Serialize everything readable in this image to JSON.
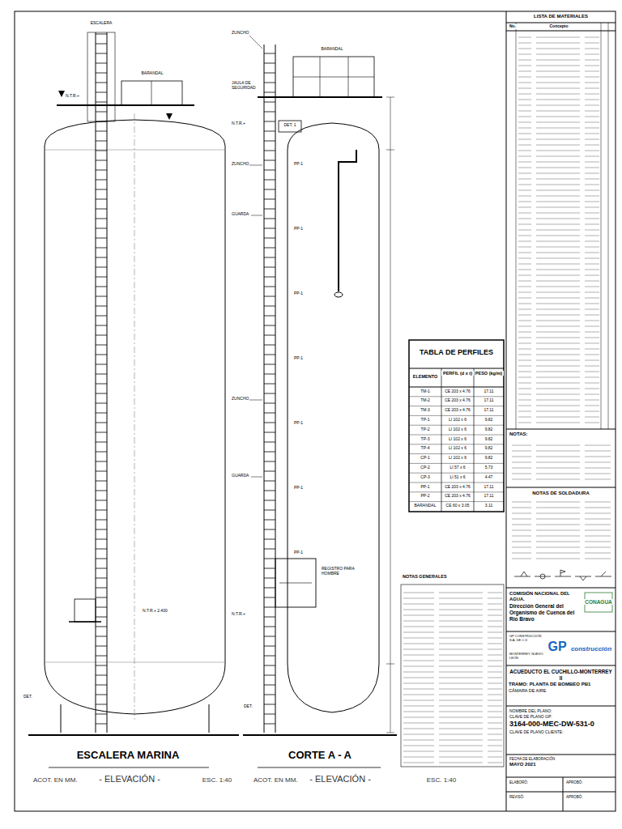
{
  "diagram": {
    "nodes": [
      {
        "text": [
          "TABLA DE PERFILES"
        ]
      },
      {
        "text": [
          "LISTA DE MATERIALES"
        ]
      },
      {
        "text": [
          "NOTAS:"
        ]
      },
      {
        "text": [
          "NOTAS DE SOLDADURA"
        ]
      },
      {
        "text": [
          "NOTAS GENERALES"
        ]
      },
      {
        "text": [
          "COMISIÓN NACIONAL DEL AGUA.",
          "Dirección General del Organismo de Cuenca del Río Bravo"
        ]
      },
      {
        "text": [
          "ACUEDUCTO EL CUCHILLO-MONTERREY II",
          "TRAMO: PLANTA DE BOMBEO PB1",
          "CÁMARA DE AIRE"
        ]
      },
      {
        "text": [
          "NOMBRE DEL PLANO:",
          "CLAVE DE PLANO GP:",
          "3164-000-MEC-DW-531-0",
          "CLAVE DE PLANO CLIENTE:"
        ]
      },
      {
        "text": [
          "FECHA DE ELABORACIÓN",
          "MAYO 2021"
        ]
      }
    ],
    "labels": [
      "ESCALERA",
      "BARANDAL",
      "N.T.R.+",
      "N.T.R.+ 2.400",
      "DET.",
      "ESCALERA MARINA",
      "ACOT. EN MM.",
      "- ELEVACIÓN -",
      "ESC. 1:40",
      "ZUNCHO",
      "BARANDAL",
      "JAULA DE SEGURIDAD",
      "N.T.R.+",
      "DET. 1",
      "ZUNCHO",
      "GUARDA",
      "ZUNCHO",
      "GUARDA",
      "REGISTRO PARA HOMBRE",
      "N.T.R.+",
      "DET.",
      "CORTE A - A",
      "ACOT. EN MM.",
      "- ELEVACIÓN -",
      "ESC. 1:40",
      "PP-1",
      "PP-1",
      "PP-1",
      "PP-1",
      "PP-1",
      "PP-1",
      "PP-1",
      "ELEMENTO",
      "PERFIL (d x t)",
      "PESO (kg/m)",
      "TM-1",
      "CE 203 x 4.76",
      "17.11",
      "TM-2",
      "CE 203 x 4.76",
      "17.11",
      "TM-3",
      "CE 203 x 4.76",
      "17.11",
      "TP-1",
      "LI 102 x 6",
      "9.82",
      "TP-2",
      "LI 102 x 6",
      "9.82",
      "TP-3",
      "LI 102 x 6",
      "9.82",
      "TP-4",
      "LI 102 x 6",
      "9.82",
      "CP-1",
      "LI 102 x 6",
      "9.82",
      "CP-2",
      "LI 57 x 6",
      "5.73",
      "CP-3",
      "LI 51 x 6",
      "4.47",
      "PP-1",
      "CE 203 x 4.76",
      "17.11",
      "PP-2",
      "CE 203 x 4.76",
      "17.11",
      "BARANDAL",
      "CE 60 x 3.05",
      "3.11",
      "No.",
      "Concepto",
      "CONAGUA",
      "GP",
      "construcción",
      "GP CONSTRUCCIÓN S.A. DE C.V.",
      "MONTERREY, NUEVO LEÓN",
      "ELABORÓ:",
      "REVISÓ:",
      "APROBÓ:",
      "APROBÓ:"
    ]
  }
}
